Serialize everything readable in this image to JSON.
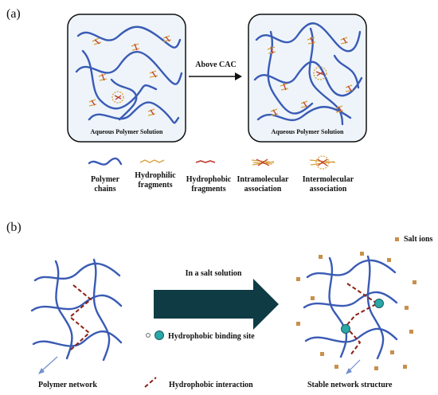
{
  "panel_a": {
    "label": "(a)",
    "left_box_caption": "Aqueous Polymer Solution",
    "right_box_caption": "Aqueous Polymer Solution",
    "arrow_label": "Above CAC",
    "legend": {
      "polymer": [
        "Polymer",
        "chains"
      ],
      "hydrophilic": [
        "Hydrophilic",
        "fragments"
      ],
      "hydrophobic": [
        "Hydrophobic",
        "fragments"
      ],
      "intramolecular": [
        "Intramolecular",
        "association"
      ],
      "intermolecular": [
        "Intermolecular",
        "association"
      ]
    }
  },
  "panel_b": {
    "label": "(b)",
    "arrow_label": "In a salt solution",
    "binding_site_label": "Hydrophobic binding site",
    "salt_ions_label": "Salt ions",
    "polymer_network_label": "Polymer network",
    "hydrophobic_interaction_label": "Hydrophobic interaction",
    "stable_network_label": "Stable network structure"
  },
  "colors": {
    "polymer_chain": "#3a5bb5",
    "hydrophilic": "#d8a23a",
    "hydrophobic": "#c0392b",
    "interaction_dash": "#8b1f14",
    "salt_ion": "#c8904a",
    "binding_site": "#2aa7a7",
    "arrow_dark": "#0f3b45",
    "box_fill": "#eef4fa"
  }
}
